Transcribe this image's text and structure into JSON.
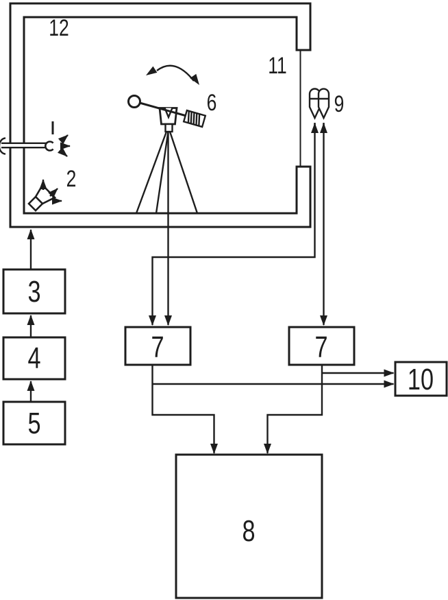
{
  "figure": {
    "room": {
      "label": "12",
      "opening_label": "11"
    },
    "instrument": {
      "label": "6"
    },
    "microphones": {
      "label": "9"
    },
    "speaker": {
      "label": "2"
    },
    "boxes": {
      "b3": {
        "label": "3"
      },
      "b4": {
        "label": "4"
      },
      "b5": {
        "label": "5"
      },
      "b7_left": {
        "label": "7"
      },
      "b7_right": {
        "label": "7"
      },
      "b8": {
        "label": "8"
      },
      "b10": {
        "label": "10"
      }
    }
  }
}
